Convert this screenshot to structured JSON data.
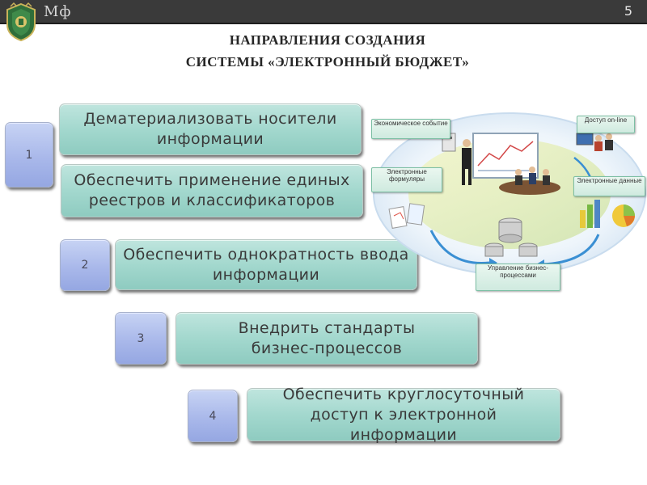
{
  "header": {
    "brand": "Мф",
    "slide_number": "5"
  },
  "title": {
    "line1": "НАПРАВЛЕНИЯ СОЗДАНИЯ",
    "line2": "СИСТЕМЫ «ЭЛЕКТРОННЫЙ БЮДЖЕТ»"
  },
  "groups": [
    {
      "number": "1",
      "items": [
        "Дематериализовать носители информации",
        "Обеспечить применение единых реестров и классификаторов"
      ]
    },
    {
      "number": "2",
      "items": [
        "Обеспечить однократность ввода информации"
      ]
    },
    {
      "number": "3",
      "items": [
        "Внедрить стандарты бизнес-процессов"
      ]
    },
    {
      "number": "4",
      "items": [
        "Обеспечить круглосуточный доступ к электронной информации"
      ]
    }
  ],
  "diagram": {
    "econ_event": "Экономическое событие",
    "access_online": "Доступ on-line",
    "e_forms": "Электронные формуляры",
    "e_data": "Электронные данные",
    "bp_management": "Управление бизнес-процессами"
  },
  "colors": {
    "box_fill": "#a3d8ce",
    "number_fill": "#a9b8ea",
    "topbar": "#3a3a3a"
  },
  "icons": [
    "emblem-icon",
    "meeting-illustration",
    "database-icon",
    "bar-chart-icon",
    "pie-chart-icon",
    "documents-icon",
    "computer-icon"
  ]
}
